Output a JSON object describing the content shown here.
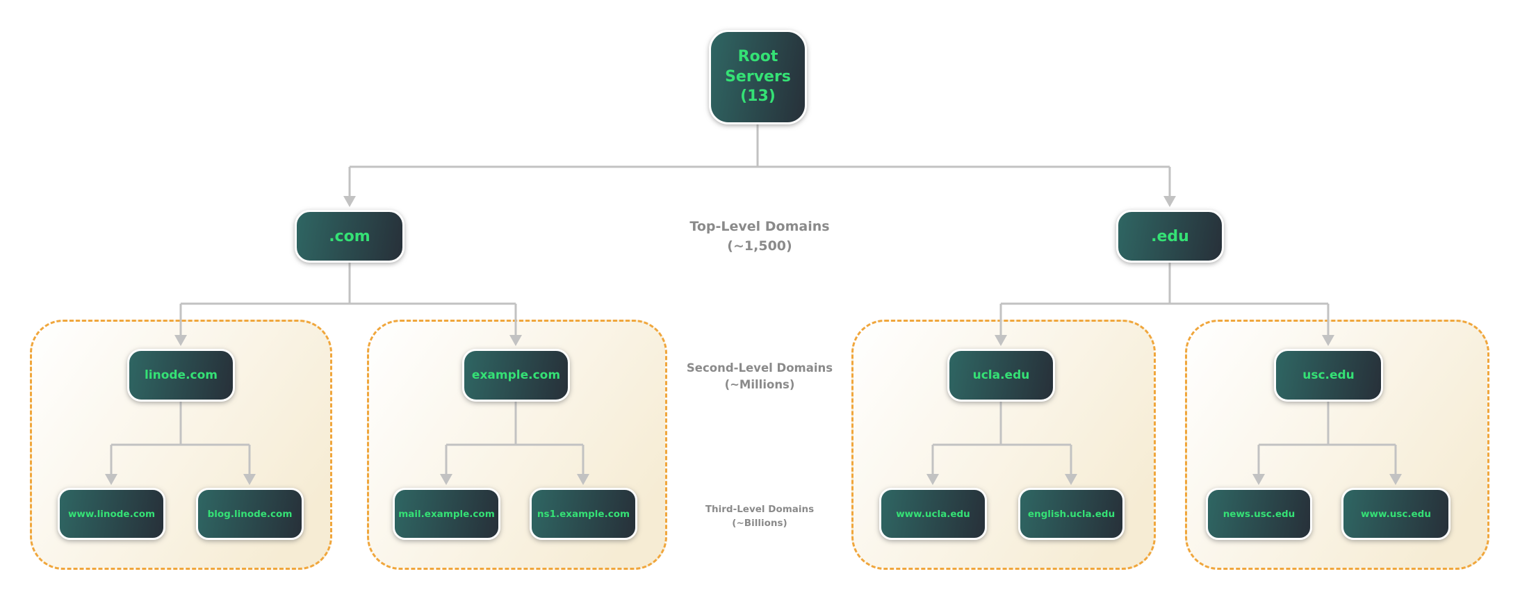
{
  "diagram": {
    "kind": "dns-hierarchy-tree",
    "background": "#ffffff"
  },
  "colors": {
    "node_gradient_start": "#2f6663",
    "node_gradient_end": "#273039",
    "node_text": "#35e175",
    "connector": "#c2c2c2",
    "level_label_text": "#8a8a8a",
    "group_border": "#f0a63c",
    "group_fill_start": "#ffffff",
    "group_fill_end": "#f6ecd4"
  },
  "nodes": {
    "root": {
      "label": "Root Servers (13)"
    },
    "com": {
      "label": ".com"
    },
    "edu": {
      "label": ".edu"
    },
    "linode": {
      "label": "linode.com"
    },
    "example": {
      "label": "example.com"
    },
    "ucla": {
      "label": "ucla.edu"
    },
    "usc": {
      "label": "usc.edu"
    },
    "www_linode": {
      "label": "www.linode.com"
    },
    "blog_linode": {
      "label": "blog.linode.com"
    },
    "mail_example": {
      "label": "mail.example.com"
    },
    "ns1_example": {
      "label": "ns1.example.com"
    },
    "www_ucla": {
      "label": "www.ucla.edu"
    },
    "english_ucla": {
      "label": "english.ucla.edu"
    },
    "news_usc": {
      "label": "news.usc.edu"
    },
    "www_usc": {
      "label": "www.usc.edu"
    }
  },
  "edges": [
    [
      "Root Servers (13)",
      ".com"
    ],
    [
      "Root Servers (13)",
      ".edu"
    ],
    [
      ".com",
      "linode.com"
    ],
    [
      ".com",
      "example.com"
    ],
    [
      ".edu",
      "ucla.edu"
    ],
    [
      ".edu",
      "usc.edu"
    ],
    [
      "linode.com",
      "www.linode.com"
    ],
    [
      "linode.com",
      "blog.linode.com"
    ],
    [
      "example.com",
      "mail.example.com"
    ],
    [
      "example.com",
      "ns1.example.com"
    ],
    [
      "ucla.edu",
      "www.ucla.edu"
    ],
    [
      "ucla.edu",
      "english.ucla.edu"
    ],
    [
      "usc.edu",
      "news.usc.edu"
    ],
    [
      "usc.edu",
      "www.usc.edu"
    ]
  ],
  "level_labels": {
    "tld": {
      "line1": "Top-Level Domains",
      "line2": "(~1,500)"
    },
    "sld": {
      "line1": "Second-Level Domains",
      "line2": "(~Millions)"
    },
    "third": {
      "line1": "Third-Level Domains",
      "line2": "(~Billions)"
    }
  }
}
